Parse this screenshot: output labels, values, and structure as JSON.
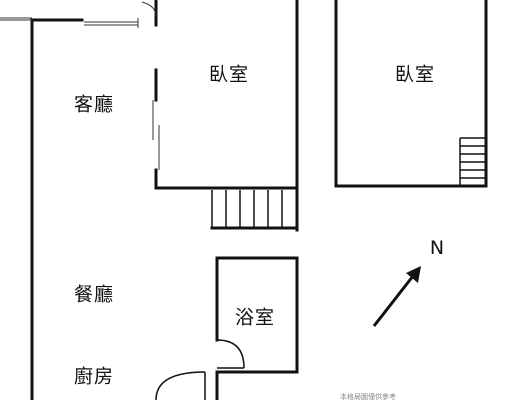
{
  "rooms": {
    "living_room": "客廳",
    "bedroom_left": "臥室",
    "bedroom_right": "臥室",
    "dining_room": "餐廳",
    "bathroom": "浴室",
    "kitchen": "廚房"
  },
  "compass": {
    "north_label": "N"
  },
  "watermark": {
    "text": "本格局圖僅供參考"
  },
  "colors": {
    "wall": "#111111",
    "background": "#ffffff",
    "thin_line": "#333333"
  }
}
